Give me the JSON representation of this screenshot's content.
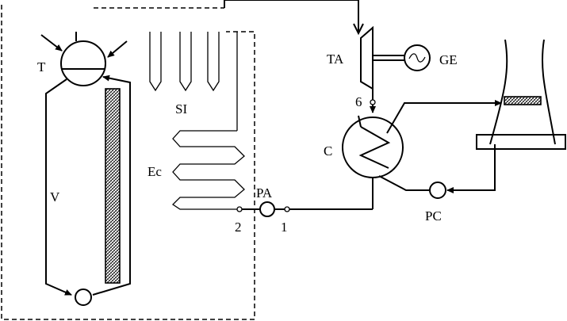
{
  "labels": {
    "T": "T",
    "V": "V",
    "SI": "SI",
    "Ec": "Ec",
    "PA": "PA",
    "n1": "1",
    "n2": "2",
    "TA": "TA",
    "GE": "GE",
    "n6": "6",
    "C": "C",
    "PC": "PC"
  }
}
